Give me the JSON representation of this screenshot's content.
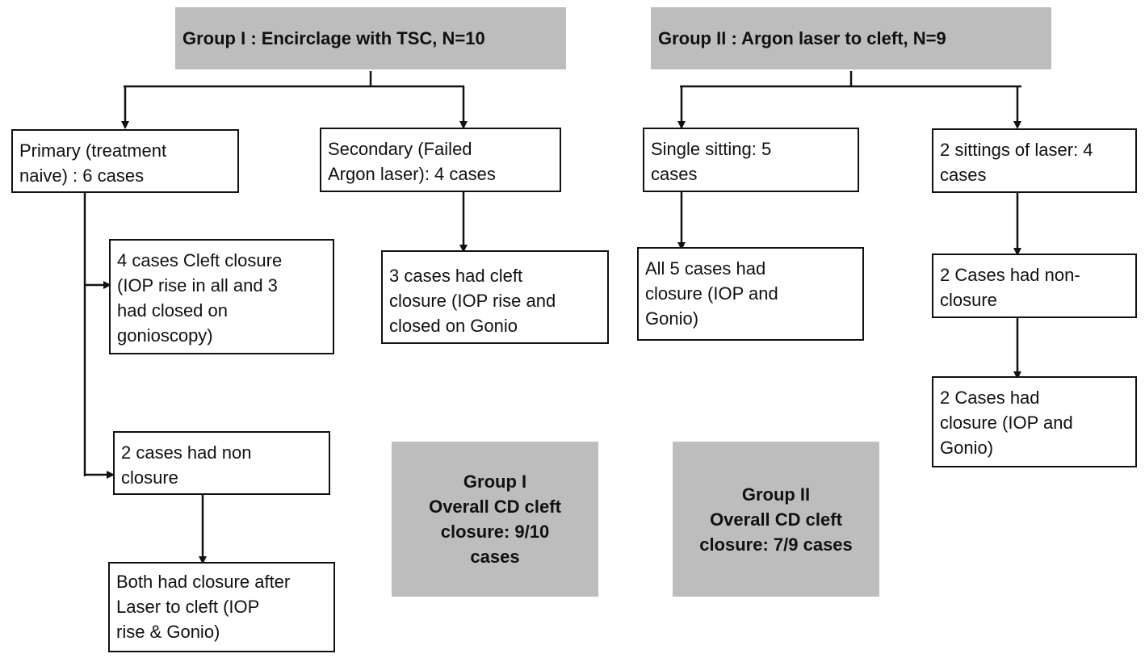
{
  "group1": {
    "header": "Group I : Encirclage with TSC, N=10",
    "primary": "Primary (treatment\nnaive) : 6 cases",
    "secondary": "Secondary (Failed\nArgon laser): 4 cases",
    "primary_closure": "4 cases Cleft closure\n(IOP rise in all and 3\nhad  closed on\ngonioscopy)",
    "primary_nonclosure": "2 cases had non\nclosure",
    "primary_laser": "Both had closure after\nLaser to cleft (IOP\nrise & Gonio)",
    "secondary_closure": "3 cases had cleft\nclosure (IOP rise and\nclosed on Gonio",
    "summary": "Group I\nOverall CD cleft\nclosure: 9/10\ncases"
  },
  "group2": {
    "header": "Group II : Argon laser to cleft, N=9",
    "single": "Single sitting: 5\ncases",
    "two": "2 sittings of laser: 4\ncases",
    "single_closure": "All 5 cases had\nclosure (IOP and\nGonio)",
    "two_nonclosure": "2 Cases had non-\nclosure",
    "two_closure": "2 Cases had\nclosure (IOP and\nGonio)",
    "summary": "Group II\nOverall CD cleft\nclosure: 7/9 cases"
  }
}
